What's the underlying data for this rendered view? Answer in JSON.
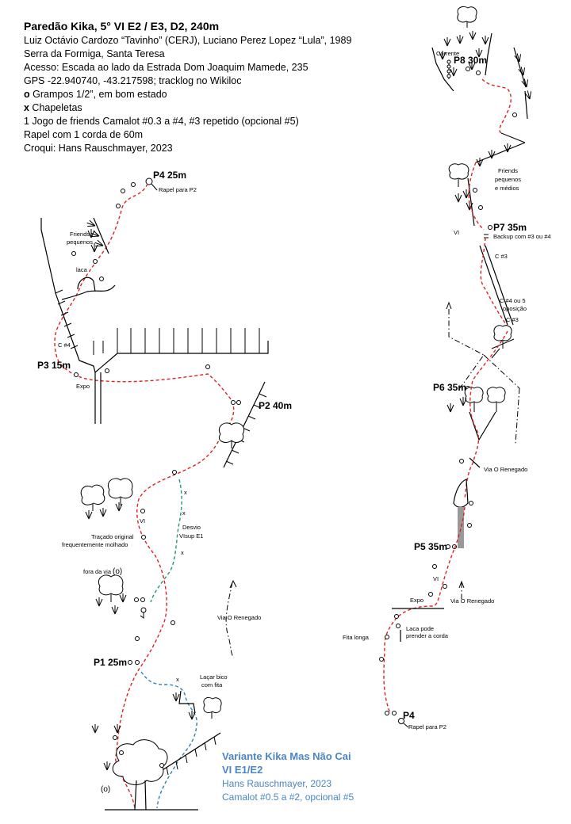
{
  "header": {
    "title": "Paredão Kika, 5° VI E2 / E3, D2, 240m",
    "lines": [
      "Luiz Octávio Cardozo “Tavinho” (CERJ), Luciano Perez Lopez “Lula”, 1989",
      "Serra da Formiga, Santa Teresa",
      "Acesso: Escada ao lado da Estrada Dom Joaquim  Mamede, 235",
      "GPS -22.940740, -43.217598; tracklog no Wikiloc"
    ],
    "legend_bolt_symbol": "o",
    "legend_bolt_text": " Grampos 1/2”, em bom estado",
    "legend_hanger_symbol": "x",
    "legend_hanger_text": " Chapeletas",
    "gear": "1 Jogo de friends Camalot #0.3 a #4, #3 repetido (opcional #5)",
    "rappel": "Rapel com 1 corda de 60m",
    "credit": "Croqui: Hans Rauschmayer, 2023"
  },
  "left_topo": {
    "p4": "P4 25m",
    "rapel_p2": "Rapel para P2",
    "friends_1": "Friends",
    "friends_2": "pequenos",
    "laca": "laca",
    "c4": "C #4",
    "p3": "P3 15m",
    "expo": "Expo",
    "p2": "P2 40m",
    "vi": "VI",
    "desvio_1": "Desvio",
    "desvio_2": "VIsup E1",
    "tracado_1": "Traçado original",
    "tracado_2": "frequentemente  molhado",
    "fora": "fora da via",
    "fora_bolt": "(o)",
    "via_renegado": "Via O Renegado",
    "p1": "P1 25m",
    "lacar_1": "Laçar bico",
    "lacar_2": "com fita",
    "start_bolt": "(o)"
  },
  "variant": {
    "title": "Variante Kika Mas Não Cai",
    "grade": "VI E1/E2",
    "author": "Hans Rauschmayer, 2023",
    "gear": "Camalot #0.5 a #2, opcional #5"
  },
  "right_topo": {
    "corrente": "Corrente",
    "p8": "P8 30m",
    "friends_1": "Friends",
    "friends_2": "pequenos",
    "friends_3": "e médios",
    "vi": "VI",
    "p7": "P7 35m",
    "backup": "Backup com #3  ou #4",
    "c3a": "C #3",
    "c4_1": "C #4  ou 5",
    "c4_2": "oposição",
    "c3b": "C #3",
    "p6": "P6 35m",
    "via_renegado_1": "Via O Renegado",
    "p5": "P5 35m",
    "vi2": "VI",
    "expo": "Expo",
    "via_renegado_2": "Via O Renegado",
    "laca_1": "Laca pode",
    "laca_2": "prender a corda",
    "fita": "Fita longa",
    "p4": "P4",
    "rapel_p2": "Rapel para P2"
  }
}
